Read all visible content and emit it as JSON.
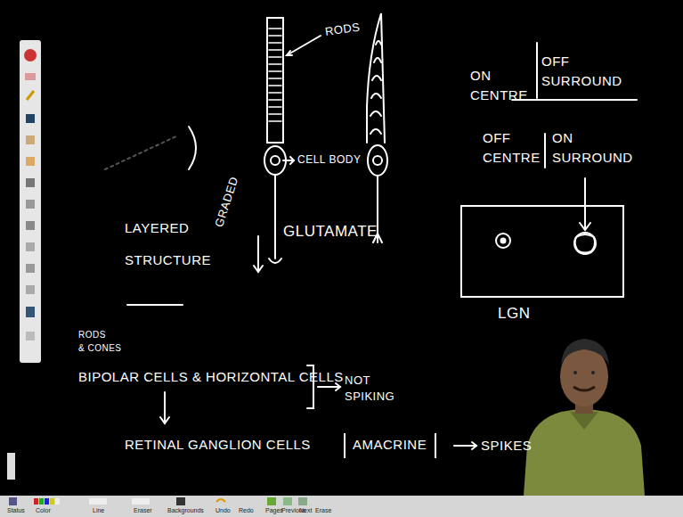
{
  "diagram": {
    "nodes": [
      {
        "text": [
          "LGN"
        ]
      },
      {
        "text": [
          "AMACRINE"
        ]
      }
    ],
    "labels": [
      "RODS",
      "CELL BODY",
      "ON CENTRE",
      "OFF SURROUND",
      "OFF CENTRE",
      "ON SURROUND",
      "LAYERED STRUCTURE",
      "GRADED",
      "GLUTAMATE",
      "RODS",
      "& CONES",
      "BIPOLAR CELLS & HORIZONTAL CELLS",
      "NOT SPIKING",
      "RETINAL GANGLION CELLS",
      "SPIKES",
      "Status",
      "Color",
      "Line",
      "Eraser",
      "Backgrounds",
      "Undo",
      "Redo",
      "Pages",
      "Previous",
      "Next",
      "Erase"
    ]
  }
}
